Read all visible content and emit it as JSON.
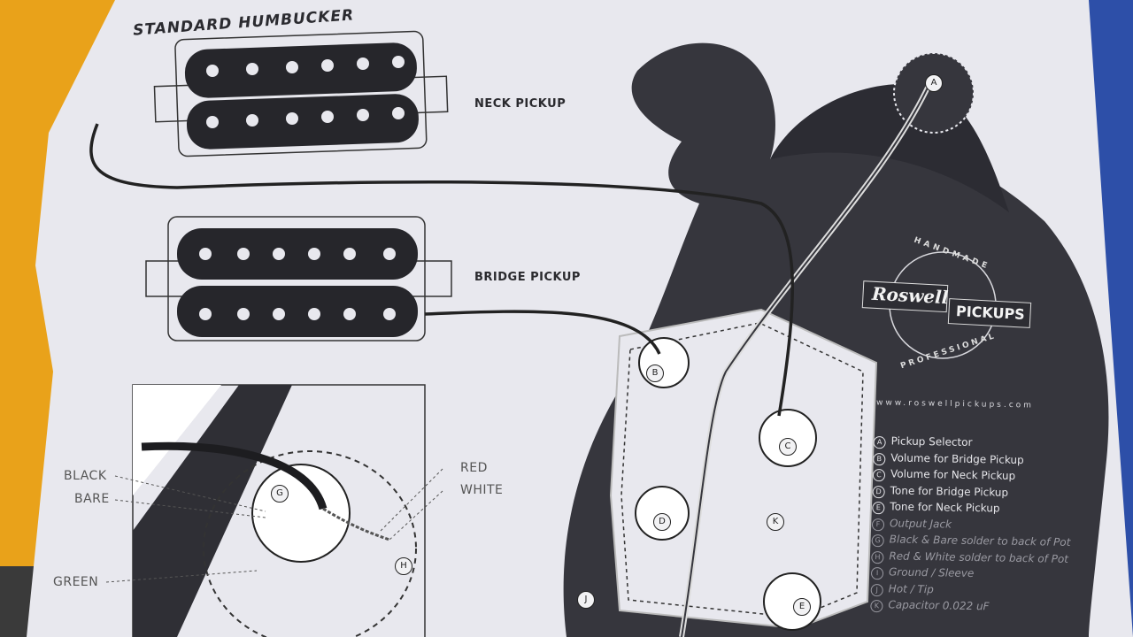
{
  "title": "STANDARD HUMBUCKER",
  "pickups": {
    "neck": "NECK PICKUP",
    "bridge": "BRIDGE PICKUP"
  },
  "wire_labels": {
    "black": "BLACK",
    "bare": "BARE",
    "green": "GREEN",
    "red": "RED",
    "white": "WHITE"
  },
  "logo": {
    "top": "HANDMADE",
    "brand": "Roswell",
    "sub": "PICKUPS",
    "bottom": "PROFESSIONAL"
  },
  "url": "www.roswellpickups.com",
  "legend": [
    {
      "key": "A",
      "text": "Pickup Selector"
    },
    {
      "key": "B",
      "text": "Volume for Bridge Pickup"
    },
    {
      "key": "C",
      "text": "Volume for Neck Pickup"
    },
    {
      "key": "D",
      "text": "Tone for Bridge Pickup"
    },
    {
      "key": "E",
      "text": "Tone for Neck Pickup"
    },
    {
      "key": "F",
      "text": "Output Jack"
    },
    {
      "key": "G",
      "text": "Black & Bare solder to back of Pot"
    },
    {
      "key": "H",
      "text": "Red & White solder to back of Pot"
    },
    {
      "key": "I",
      "text": "Ground / Sleeve"
    },
    {
      "key": "J",
      "text": "Hot / Tip"
    },
    {
      "key": "K",
      "text": "Capacitor 0.022 uF"
    }
  ],
  "markers": {
    "a": "A",
    "b": "B",
    "c": "C",
    "d": "D",
    "e": "E",
    "g": "G",
    "h": "H",
    "j": "J",
    "k": "K"
  }
}
